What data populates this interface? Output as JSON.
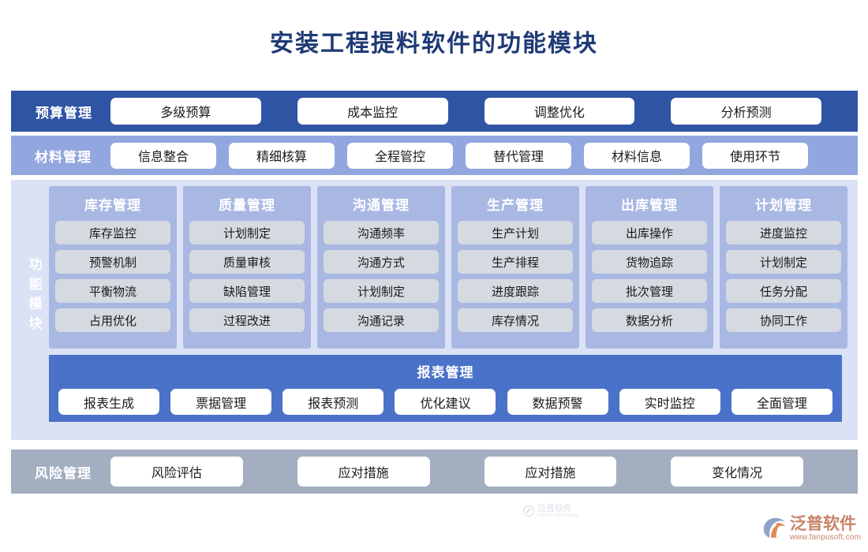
{
  "page": {
    "title": "安装工程提料软件的功能模块",
    "title_color": "#1f3a75",
    "background": "#ffffff"
  },
  "budget_row": {
    "label": "预算管理",
    "bar_color": "#2f54a4",
    "items": [
      "多级预算",
      "成本监控",
      "调整优化",
      "分析预测"
    ]
  },
  "material_row": {
    "label": "材料管理",
    "bar_color": "#92a7e0",
    "items": [
      "信息整合",
      "精细核算",
      "全程管控",
      "替代管理",
      "材料信息",
      "使用环节"
    ]
  },
  "function_modules": {
    "vertical_label": [
      "功",
      "能",
      "模",
      "块"
    ],
    "container_color": "#dbe2f5",
    "column_color": "#a9b7e3",
    "item_color": "#d5dae1",
    "columns": [
      {
        "title": "库存管理",
        "items": [
          "库存监控",
          "预警机制",
          "平衡物流",
          "占用优化"
        ]
      },
      {
        "title": "质量管理",
        "items": [
          "计划制定",
          "质量审核",
          "缺陷管理",
          "过程改进"
        ]
      },
      {
        "title": "沟通管理",
        "items": [
          "沟通频率",
          "沟通方式",
          "计划制定",
          "沟通记录"
        ]
      },
      {
        "title": "生产管理",
        "items": [
          "生产计划",
          "生产排程",
          "进度跟踪",
          "库存情况"
        ]
      },
      {
        "title": "出库管理",
        "items": [
          "出库操作",
          "货物追踪",
          "批次管理",
          "数据分析"
        ]
      },
      {
        "title": "计划管理",
        "items": [
          "进度监控",
          "计划制定",
          "任务分配",
          "协同工作"
        ]
      }
    ]
  },
  "report_row": {
    "title": "报表管理",
    "bar_color": "#4a72c8",
    "items": [
      "报表生成",
      "票据管理",
      "报表预测",
      "优化建议",
      "数据预警",
      "实时监控",
      "全面管理"
    ]
  },
  "risk_row": {
    "label": "风险管理",
    "bar_color": "#a4aec1",
    "items": [
      "风险评估",
      "应对措施",
      "应对措施",
      "变化情况"
    ]
  },
  "watermark": {
    "name": "泛普软件",
    "sub": "FANPU SOFTWARE"
  },
  "logo": {
    "name": "泛普软件",
    "url": "www.fanpusoft.com",
    "color": "#c7846a",
    "mark_icon": "fanpu-swoosh-icon"
  }
}
